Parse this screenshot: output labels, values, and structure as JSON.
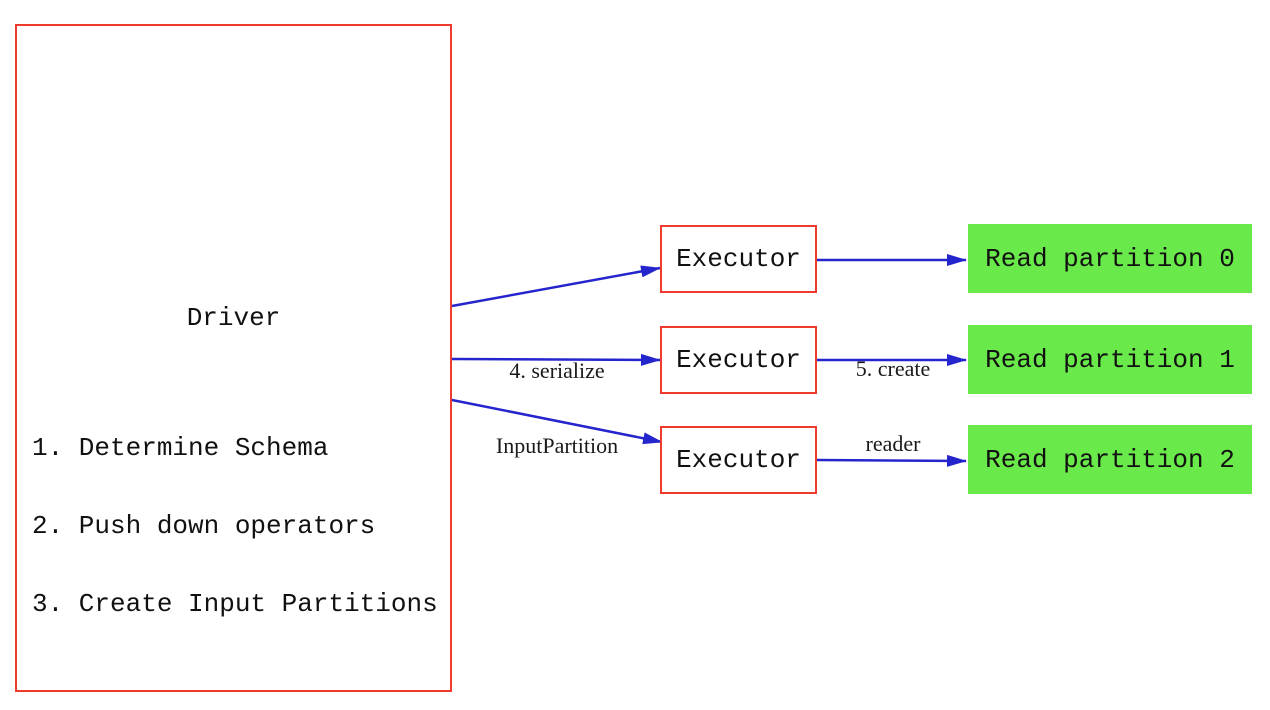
{
  "diagram": {
    "title_hint": "Spark data source read flow",
    "colors": {
      "box_border_red": "#ee3b2e",
      "arrow_blue": "#2525cd",
      "partition_green": "#6ae94a",
      "text_black": "#111111",
      "background": "#ffffff"
    },
    "driver": {
      "title": "Driver",
      "steps": [
        "1. Determine Schema",
        "2. Push down operators",
        "3. Create Input Partitions"
      ]
    },
    "executors": [
      {
        "label": "Executor"
      },
      {
        "label": "Executor"
      },
      {
        "label": "Executor"
      }
    ],
    "partitions": [
      {
        "label": "Read partition 0"
      },
      {
        "label": "Read partition 1"
      },
      {
        "label": "Read partition 2"
      }
    ],
    "arrow_labels": {
      "serialize": {
        "line1": "4. serialize",
        "line2": "InputPartition"
      },
      "create_reader": {
        "line1": "5. create",
        "line2": "reader"
      }
    }
  }
}
